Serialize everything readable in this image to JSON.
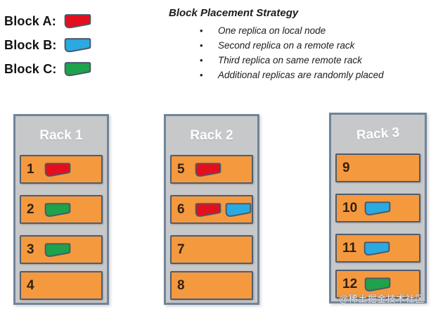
{
  "legend": {
    "items": [
      {
        "label": "Block A:",
        "block": "A"
      },
      {
        "label": "Block B:",
        "block": "B"
      },
      {
        "label": "Block C:",
        "block": "C"
      }
    ]
  },
  "strategy": {
    "title": "Block Placement Strategy",
    "bullet_glyph": "•",
    "bullets": [
      "One replica on local node",
      "Second replica on a remote rack",
      "Third replica on same remote rack",
      "Additional replicas are randomly placed"
    ]
  },
  "block_colors": {
    "A": "#e50e1f",
    "B": "#2ba9e1",
    "C": "#1ea24b"
  },
  "racks": [
    {
      "title": "Rack 1",
      "nodes": [
        {
          "number": "1",
          "blocks": [
            "A"
          ]
        },
        {
          "number": "2",
          "blocks": [
            "C"
          ]
        },
        {
          "number": "3",
          "blocks": [
            "C"
          ]
        },
        {
          "number": "4",
          "blocks": []
        }
      ]
    },
    {
      "title": "Rack 2",
      "nodes": [
        {
          "number": "5",
          "blocks": [
            "A"
          ]
        },
        {
          "number": "6",
          "blocks": [
            "A",
            "B"
          ]
        },
        {
          "number": "7",
          "blocks": []
        },
        {
          "number": "8",
          "blocks": []
        }
      ]
    },
    {
      "title": "Rack 3",
      "nodes": [
        {
          "number": "9",
          "blocks": []
        },
        {
          "number": "10",
          "blocks": [
            "B"
          ]
        },
        {
          "number": "11",
          "blocks": [
            "B"
          ]
        },
        {
          "number": "12",
          "blocks": [
            "C"
          ]
        }
      ]
    }
  ],
  "watermark": "@稀土掘金技术社区",
  "colors": {
    "node_fill": "#f5993f",
    "node_border": "#4e5d70",
    "rack_fill": "#c7c8ca",
    "rack_border": "#70849b",
    "block_stroke": "#4a5768",
    "number_text": "#33220f",
    "rack_title_text": "#ffffff"
  }
}
